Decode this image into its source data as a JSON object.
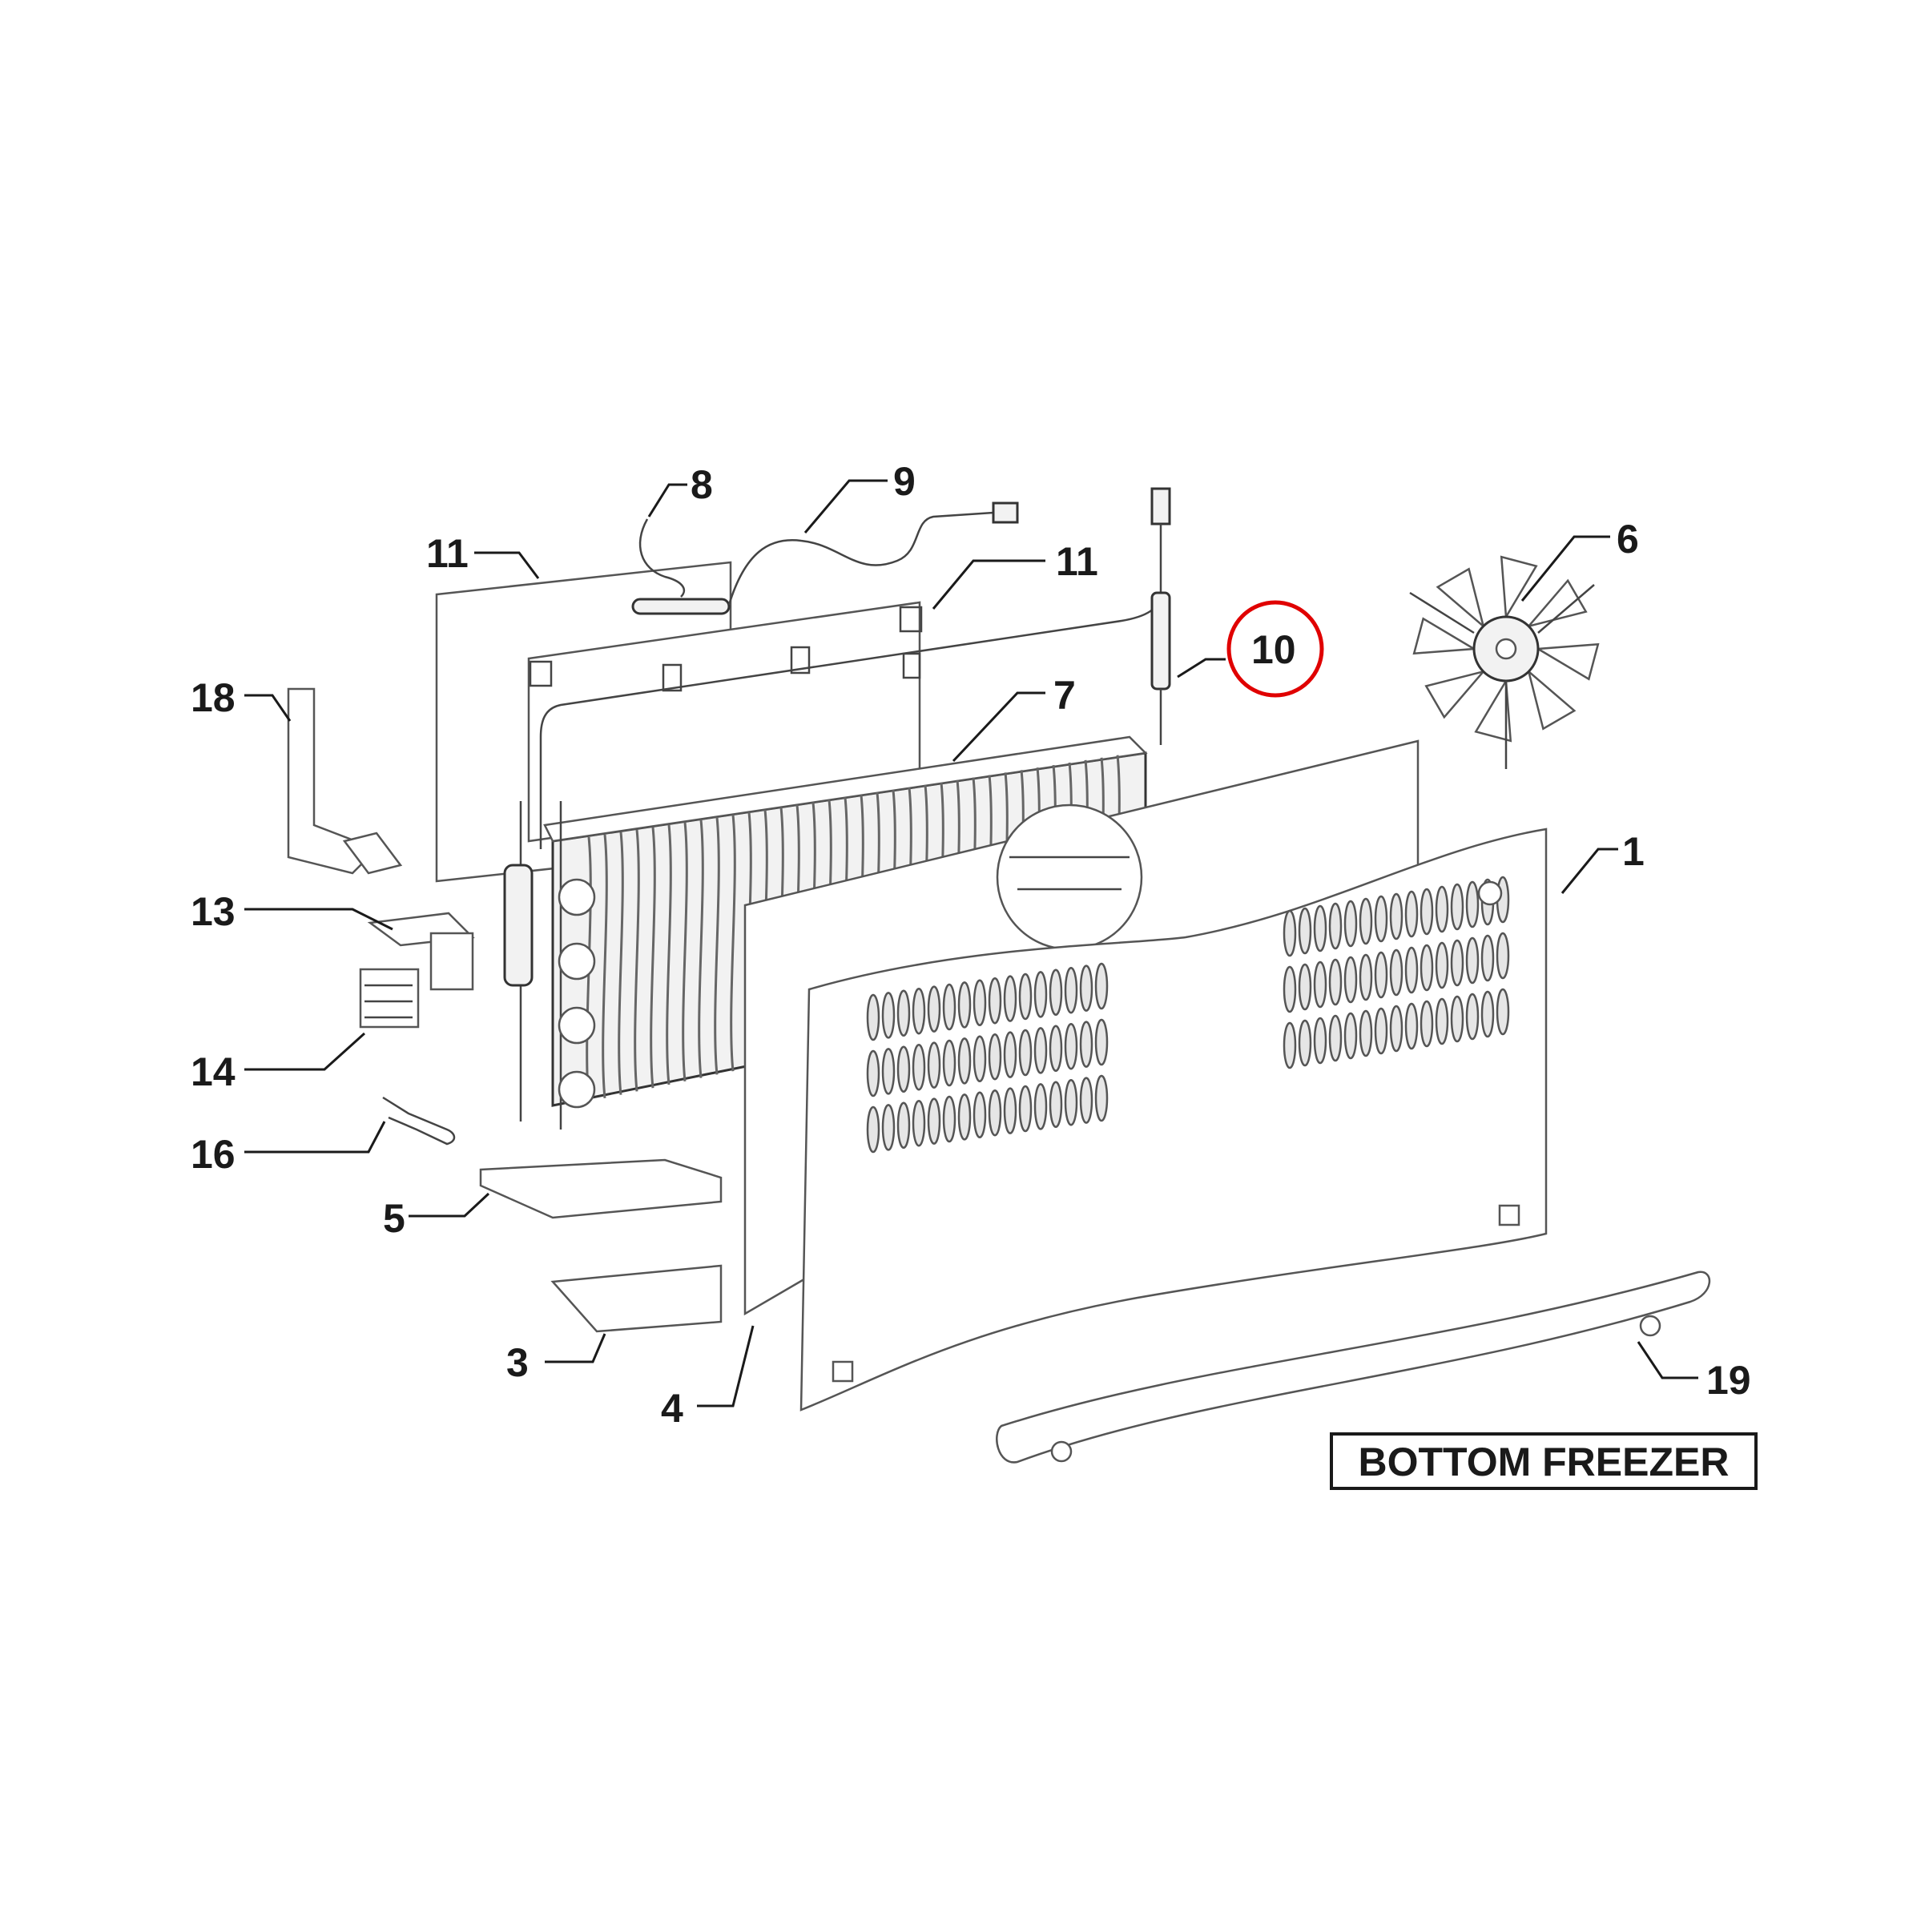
{
  "title": "BOTTOM FREEZER",
  "highlight_color": "#e00000",
  "callouts": [
    {
      "id": "c1",
      "label": "1"
    },
    {
      "id": "c3",
      "label": "3"
    },
    {
      "id": "c4",
      "label": "4"
    },
    {
      "id": "c5",
      "label": "5"
    },
    {
      "id": "c6",
      "label": "6"
    },
    {
      "id": "c7",
      "label": "7"
    },
    {
      "id": "c8",
      "label": "8"
    },
    {
      "id": "c9",
      "label": "9"
    },
    {
      "id": "c10",
      "label": "10",
      "highlighted": true
    },
    {
      "id": "c11a",
      "label": "11"
    },
    {
      "id": "c11b",
      "label": "11"
    },
    {
      "id": "c13",
      "label": "13"
    },
    {
      "id": "c14",
      "label": "14"
    },
    {
      "id": "c16",
      "label": "16"
    },
    {
      "id": "c18",
      "label": "18"
    },
    {
      "id": "c19",
      "label": "19"
    }
  ]
}
